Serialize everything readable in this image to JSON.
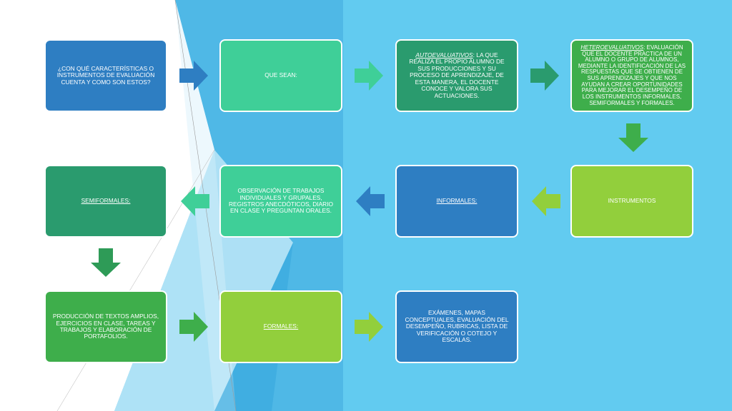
{
  "colors": {
    "background": "#5bc6ee",
    "white_panel": "#ffffff",
    "blue": "#2e7ec2",
    "teal_light": "#3fcf98",
    "teal_dark": "#2a9b6e",
    "green": "#3eae4b",
    "lime": "#92cf3c",
    "arrow_dark_green": "#2e9b57"
  },
  "diagram": {
    "box1": {
      "text": "¿CON QUÉ CARACTERÍSTICAS O INSTRUMENTOS DE EVALUACIÓN CUENTA Y COMO SON ESTOS?"
    },
    "box2": {
      "text": "QUE SEAN:"
    },
    "box3": {
      "term": "AUTOEVALUATIVOS",
      "text": ": LA QUE REALIZA EL PROPIO ALUMNO DE SUS PRODUCCIONES Y SU PROCESO DE APRENDIZAJE, DE ESTA MANERA, EL DOCENTE CONOCE Y VALORA SUS ACTUACIONES."
    },
    "box4": {
      "term": "HETEROEVALUATIVOS",
      "text": ": EVALUACIÓN QUE EL DOCENTE PRACTICA DE UN ALUMNO O GRUPO DE ALUMNOS, MEDIANTE LA IDENTIFICACIÓN DE LAS RESPUESTAS QUE SE OBTIENEN DE SUS APRENDIZAJES Y QUE NOS AYUDAN A CREAR OPORTUNIDADES PARA MEJORAR EL DESEMPEÑO DE LOS INSTRUMENTOS INFORMALES, SEMIFORMALES Y FORMALES."
    },
    "box5": {
      "text": "INSTRUMENTOS"
    },
    "box6": {
      "text": "INFORMALES:"
    },
    "box7": {
      "text": "OBSERVACIÓN DE TRABAJOS INDIVIDUALES Y GRUPALES, REGISTROS ANECDÓTICOS, DIARIO EN CLASE Y PREGUNTAN ORALES."
    },
    "box8": {
      "text": "SEMIFORMALES:"
    },
    "box9": {
      "text": "PRODUCCIÓN DE TEXTOS AMPLIOS, EJERCICIOS EN CLASE, TAREAS Y TRABAJOS Y ELABORACIÓN DE PORTAFOLIOS."
    },
    "box10": {
      "text": "FORMALES:"
    },
    "box11": {
      "text": "EXÁMENES, MAPAS CONCEPTUALES, EVALUACIÓN DEL DESEMPEÑO, RUBRICAS, LISTA DE VERIFICACIÓN O COTEJO Y ESCALAS."
    }
  }
}
